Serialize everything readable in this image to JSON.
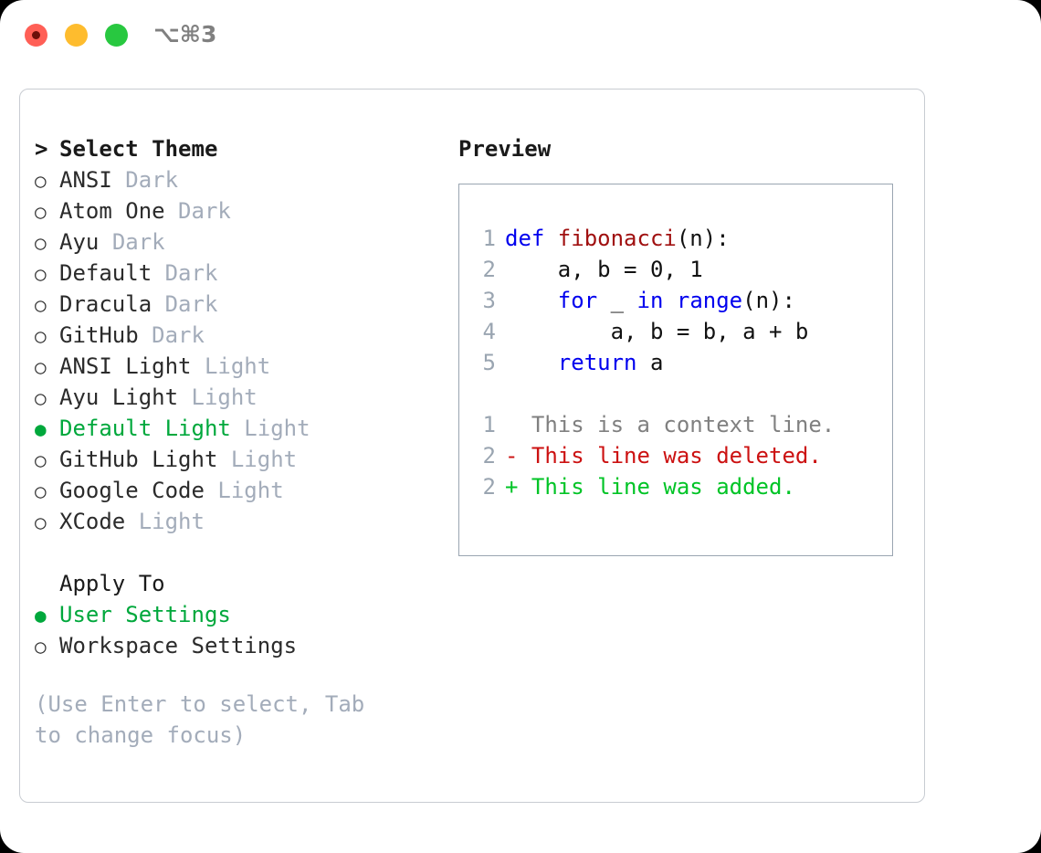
{
  "window": {
    "traffic_lights": [
      "close-red",
      "minimize-yellow",
      "maximize-green"
    ],
    "shortcut": "⌥⌘3",
    "colors": {
      "red": "#ff5f56",
      "yellow": "#febc2e",
      "green": "#28c840",
      "accent_green": "#00a83c",
      "muted": "#a3acba",
      "keyword_blue": "#0000ee",
      "function_red": "#a01010",
      "diff_delete": "#cc1111",
      "diff_add": "#00c426"
    }
  },
  "theme_picker": {
    "header": {
      "caret": ">",
      "label": "Select Theme"
    },
    "items": [
      {
        "marker": "○",
        "label": "ANSI",
        "tag": "Dark",
        "selected": false
      },
      {
        "marker": "○",
        "label": "Atom One",
        "tag": "Dark",
        "selected": false
      },
      {
        "marker": "○",
        "label": "Ayu",
        "tag": "Dark",
        "selected": false
      },
      {
        "marker": "○",
        "label": "Default",
        "tag": "Dark",
        "selected": false
      },
      {
        "marker": "○",
        "label": "Dracula",
        "tag": "Dark",
        "selected": false
      },
      {
        "marker": "○",
        "label": "GitHub",
        "tag": "Dark",
        "selected": false
      },
      {
        "marker": "○",
        "label": "ANSI Light",
        "tag": "Light",
        "selected": false
      },
      {
        "marker": "○",
        "label": "Ayu Light",
        "tag": "Light",
        "selected": false
      },
      {
        "marker": "●",
        "label": "Default Light",
        "tag": "Light",
        "selected": true
      },
      {
        "marker": "○",
        "label": "GitHub Light",
        "tag": "Light",
        "selected": false
      },
      {
        "marker": "○",
        "label": "Google Code",
        "tag": "Light",
        "selected": false
      },
      {
        "marker": "○",
        "label": "XCode",
        "tag": "Light",
        "selected": false
      }
    ]
  },
  "apply_to": {
    "header": "Apply To",
    "options": [
      {
        "marker": "●",
        "label": "User Settings",
        "selected": true
      },
      {
        "marker": "○",
        "label": "Workspace Settings",
        "selected": false
      }
    ]
  },
  "hint": "(Use Enter to select, Tab to change focus)",
  "preview": {
    "title": "Preview",
    "code_lines": [
      {
        "num": "1",
        "tokens": [
          {
            "text": "def ",
            "kind": "kw"
          },
          {
            "text": "fibonacci",
            "kind": "fn"
          },
          {
            "text": "(n):",
            "kind": "plain"
          }
        ]
      },
      {
        "num": "2",
        "tokens": [
          {
            "text": "    a, b = 0, 1",
            "kind": "plain"
          }
        ]
      },
      {
        "num": "3",
        "tokens": [
          {
            "text": "    ",
            "kind": "plain"
          },
          {
            "text": "for",
            "kind": "kw"
          },
          {
            "text": " _ ",
            "kind": "plain"
          },
          {
            "text": "in",
            "kind": "kw"
          },
          {
            "text": " ",
            "kind": "plain"
          },
          {
            "text": "range",
            "kind": "kw"
          },
          {
            "text": "(n):",
            "kind": "plain"
          }
        ]
      },
      {
        "num": "4",
        "tokens": [
          {
            "text": "        a, b = b, a + b",
            "kind": "plain"
          }
        ]
      },
      {
        "num": "5",
        "tokens": [
          {
            "text": "    ",
            "kind": "plain"
          },
          {
            "text": "return",
            "kind": "kw"
          },
          {
            "text": " a",
            "kind": "plain"
          }
        ]
      }
    ],
    "diff_lines": [
      {
        "num": "1",
        "marker": "  ",
        "text": "This is a context line.",
        "kind": "ctx"
      },
      {
        "num": "2",
        "marker": "- ",
        "text": "This line was deleted.",
        "kind": "del"
      },
      {
        "num": "2",
        "marker": "+ ",
        "text": "This line was added.",
        "kind": "add"
      }
    ]
  }
}
